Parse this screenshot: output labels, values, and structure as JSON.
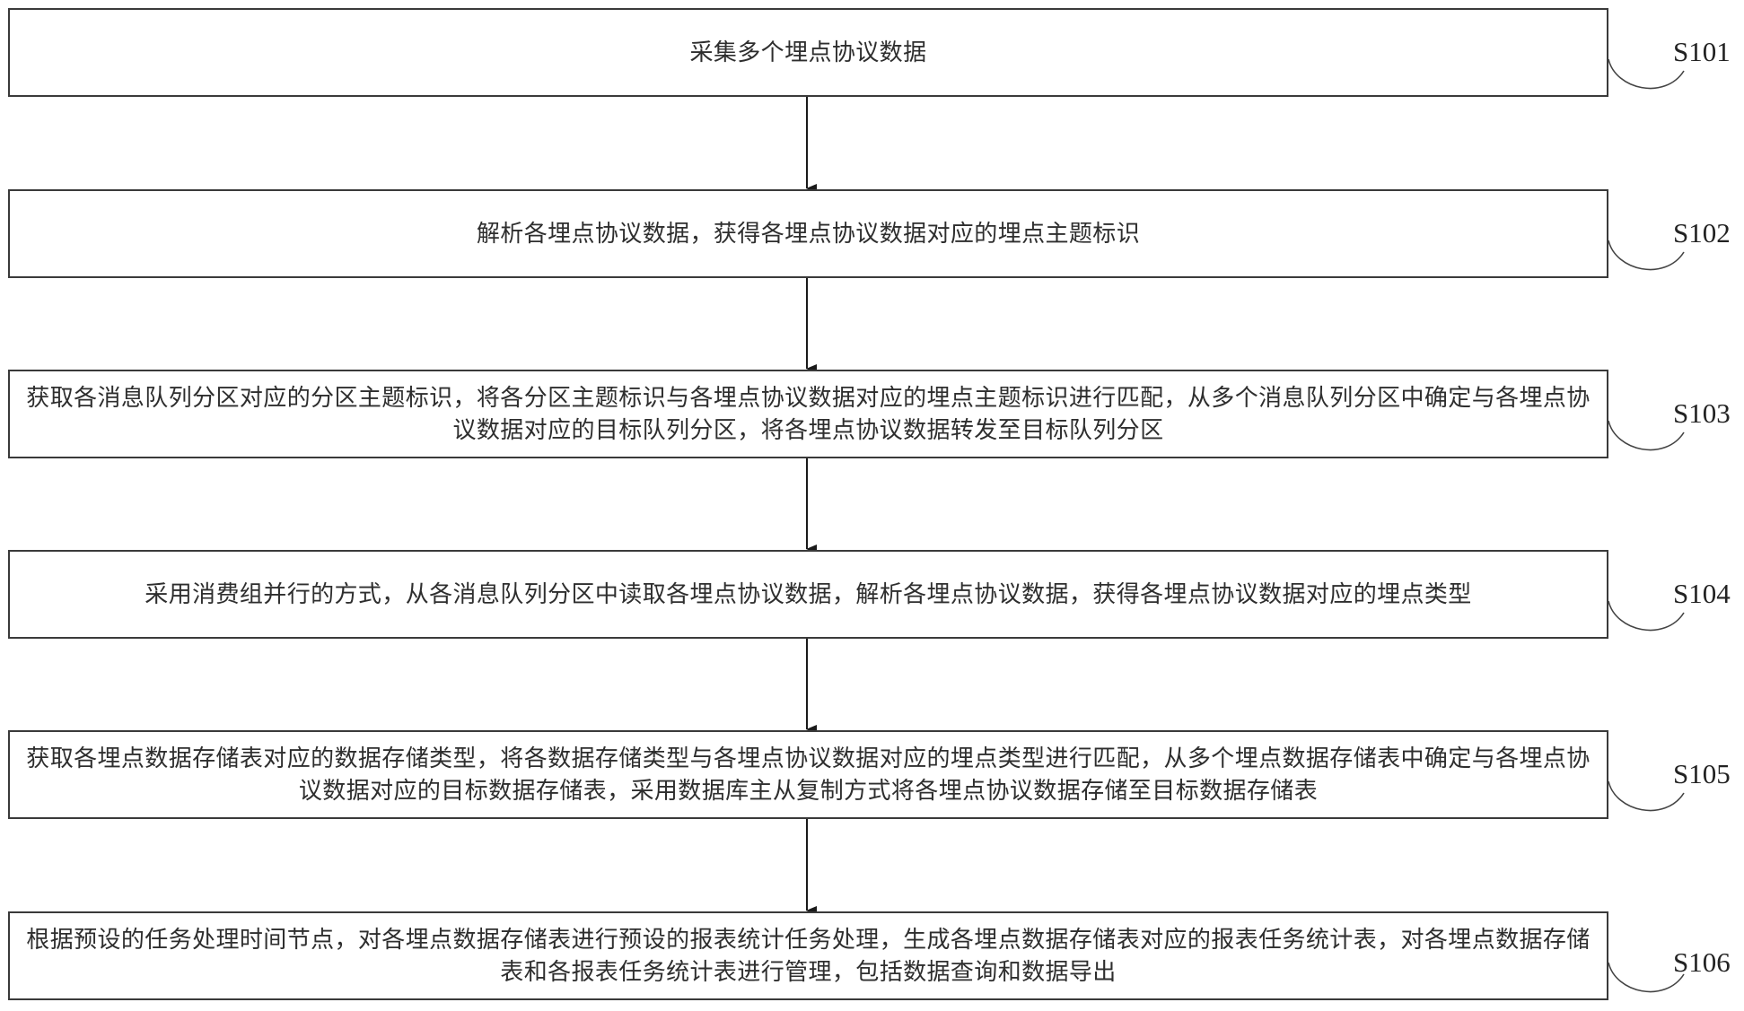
{
  "diagram": {
    "type": "flowchart",
    "steps": [
      {
        "id": "S101",
        "text": "采集多个埋点协议数据"
      },
      {
        "id": "S102",
        "text": "解析各埋点协议数据，获得各埋点协议数据对应的埋点主题标识"
      },
      {
        "id": "S103",
        "text": "获取各消息队列分区对应的分区主题标识，将各分区主题标识与各埋点协议数据对应的埋点主题标识进行匹配，从多个消息队列分区中确定与各埋点协议数据对应的目标队列分区，将各埋点协议数据转发至目标队列分区"
      },
      {
        "id": "S104",
        "text": "采用消费组并行的方式，从各消息队列分区中读取各埋点协议数据，解析各埋点协议数据，获得各埋点协议数据对应的埋点类型"
      },
      {
        "id": "S105",
        "text": "获取各埋点数据存储表对应的数据存储类型，将各数据存储类型与各埋点协议数据对应的埋点类型进行匹配，从多个埋点数据存储表中确定与各埋点协议数据对应的目标数据存储表，采用数据库主从复制方式将各埋点协议数据存储至目标数据存储表"
      },
      {
        "id": "S106",
        "text": "根据预设的任务处理时间节点，对各埋点数据存储表进行预设的报表统计任务处理，生成各埋点数据存储表对应的报表任务统计表，对各埋点数据存储表和各报表任务统计表进行管理，包括数据查询和数据导出"
      }
    ],
    "colors": {
      "border": "#3a3a3a",
      "text": "#2e2e2e",
      "background": "#ffffff"
    }
  }
}
